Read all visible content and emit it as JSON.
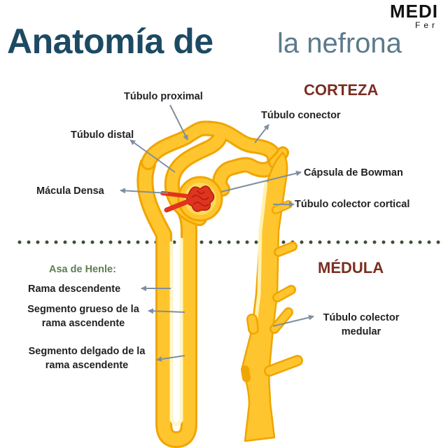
{
  "title": {
    "main": "Anatomía de",
    "sub": "la nefrona"
  },
  "logo": {
    "line1": "MEDI",
    "line2": "Fer"
  },
  "regions": {
    "cortex": "CORTEZA",
    "medulla": "MÉDULA"
  },
  "henle_heading": "Asa de Henle:",
  "labels": {
    "proximal": "Túbulo proximal",
    "connector": "Túbulo conector",
    "distal": "Túbulo distal",
    "bowman": "Cápsula de Bowman",
    "macula": "Mácula Densa",
    "cortical_collector": "Túbulo colector cortical",
    "descending": "Rama descendente",
    "thick_ascending_1": "Segmento grueso de la",
    "thick_ascending_2": "rama ascendente",
    "thin_ascending_1": "Segmento delgado de la",
    "thin_ascending_2": "rama ascendente",
    "medullary_collector_1": "Túbulo colector",
    "medullary_collector_2": "medular"
  },
  "colors": {
    "tubule": "#ffc52e",
    "tubule_edge": "#f0a500",
    "glomerulus": "#e0341e",
    "arrow": "#7f8f9f",
    "divider": "#3d4f31"
  }
}
